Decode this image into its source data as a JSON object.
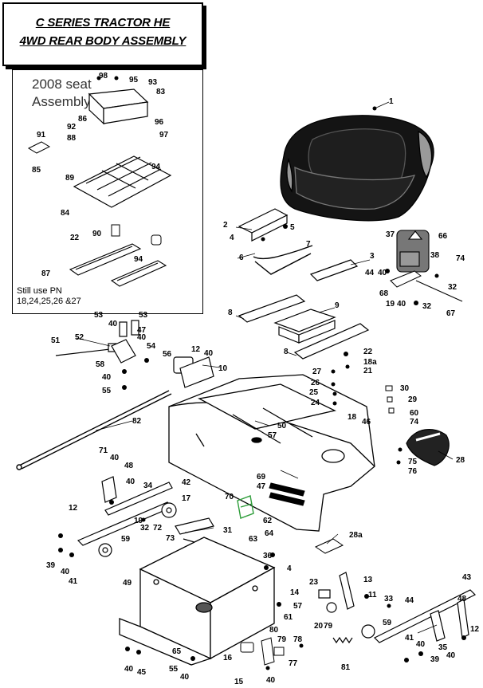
{
  "title": {
    "line1": "C SERIES TRACTOR HE",
    "line2": "4WD REAR BODY ASSEMBLY"
  },
  "inset": {
    "title_line1": "2008 seat",
    "title_line2": "Assembly",
    "note_line1": "Still use PN",
    "note_line2": "18,24,25,26 &27"
  },
  "callouts": {
    "c1": "1",
    "c2": "2",
    "c3": "3",
    "c4": "4",
    "c5": "5",
    "c6": "6",
    "c7": "7",
    "c8": "8",
    "c9": "9",
    "c10": "10",
    "c11": "11",
    "c12": "12",
    "c13": "13",
    "c14": "14",
    "c15": "15",
    "c16": "16",
    "c17": "17",
    "c18": "18",
    "c18a": "18a",
    "c19": "19",
    "c20": "20",
    "c21": "21",
    "c22": "22",
    "c23": "23",
    "c24": "24",
    "c25": "25",
    "c26": "26",
    "c27": "27",
    "c28": "28",
    "c28a": "28a",
    "c29": "29",
    "c30": "30",
    "c31": "31",
    "c32": "32",
    "c33": "33",
    "c34": "34",
    "c35": "35",
    "c36": "36",
    "c37": "37",
    "c38": "38",
    "c39": "39",
    "c40": "40",
    "c41": "41",
    "c42": "42",
    "c43": "43",
    "c44": "44",
    "c45": "45",
    "c46": "46",
    "c47": "47",
    "c48": "48",
    "c49": "49",
    "c50": "50",
    "c51": "51",
    "c52": "52",
    "c53": "53",
    "c54": "54",
    "c55": "55",
    "c56": "56",
    "c57": "57",
    "c58": "58",
    "c59": "59",
    "c60": "60",
    "c61": "61",
    "c62": "62",
    "c63": "63",
    "c64": "64",
    "c65": "65",
    "c66": "66",
    "c67": "67",
    "c68": "68",
    "c69": "69",
    "c70": "70",
    "c71": "71",
    "c72": "72",
    "c73": "73",
    "c74": "74",
    "c75": "75",
    "c76": "76",
    "c77": "77",
    "c78": "78",
    "c79": "79",
    "c80": "80",
    "c81": "81",
    "c82": "82",
    "c83": "83",
    "c84": "84",
    "c85": "85",
    "c86": "86",
    "c87": "87",
    "c88": "88",
    "c89": "89",
    "c90": "90",
    "c91": "91",
    "c92": "92",
    "c93": "93",
    "c94": "94",
    "c95": "95",
    "c96": "96",
    "c97": "97",
    "c98": "98"
  },
  "colors": {
    "line": "#000000",
    "seat_dark": "#111111",
    "seat_light": "#9a9a9a",
    "part_fill": "#ffffff",
    "highlight_green": "#2e9d3a"
  }
}
